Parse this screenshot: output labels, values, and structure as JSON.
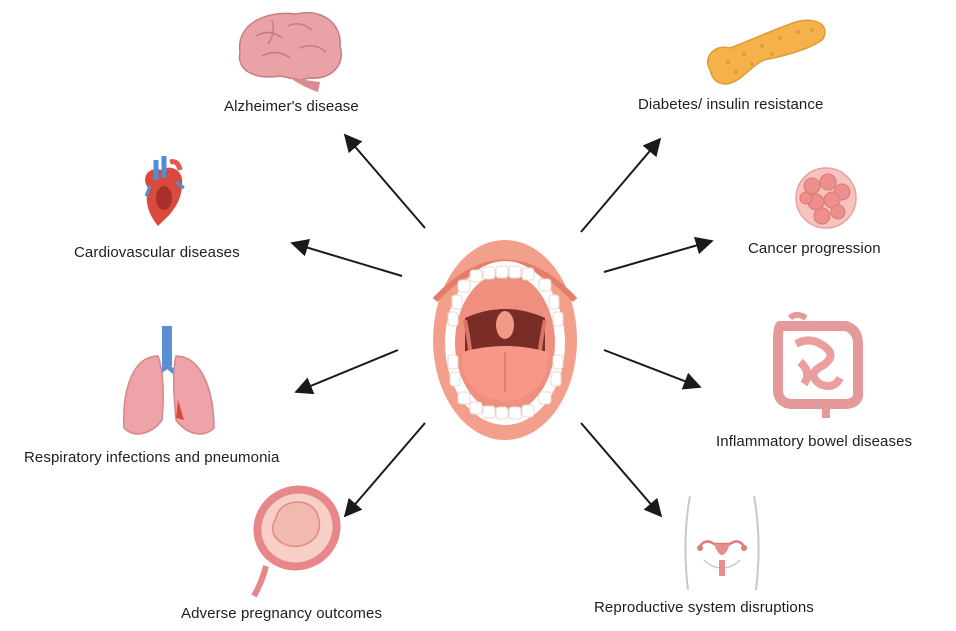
{
  "diagram": {
    "center": "mouth-icon",
    "conditions": [
      {
        "label": "Alzheimer's disease",
        "icon": "brain-icon"
      },
      {
        "label": "Cardiovascular diseases",
        "icon": "heart-icon"
      },
      {
        "label": "Respiratory infections and pneumonia",
        "icon": "lungs-icon"
      },
      {
        "label": "Adverse pregnancy outcomes",
        "icon": "pregnancy-uterus-icon"
      },
      {
        "label": "Diabetes/ insulin resistance",
        "icon": "pancreas-icon"
      },
      {
        "label": "Cancer progression",
        "icon": "cancer-cell-icon"
      },
      {
        "label": "Inflammatory bowel diseases",
        "icon": "intestines-icon"
      },
      {
        "label": "Reproductive system disruptions",
        "icon": "reproductive-system-icon"
      }
    ]
  }
}
